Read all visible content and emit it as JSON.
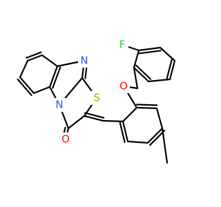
{
  "molecule": {
    "atoms": [
      {
        "id": "F1",
        "label": "F",
        "color": "#33cc33"
      },
      {
        "id": "O1",
        "label": "O",
        "color": "#ff0d0d"
      },
      {
        "id": "N1",
        "label": "N",
        "color": "#3050f8"
      },
      {
        "id": "S1",
        "label": "S",
        "color": "#b8a200"
      },
      {
        "id": "N2",
        "label": "N",
        "color": "#3050f8"
      },
      {
        "id": "O2",
        "label": "O",
        "color": "#ff0d0d"
      }
    ]
  }
}
